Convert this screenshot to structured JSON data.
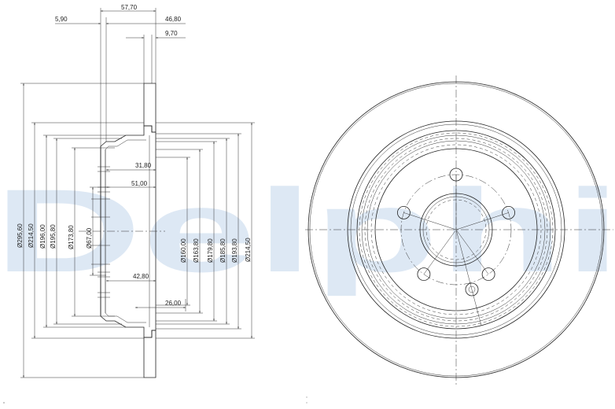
{
  "watermark": "Delphi",
  "colors": {
    "line": "#222222",
    "watermark": "#dde8f4",
    "background": "#ffffff"
  },
  "top_dimensions": {
    "d1": "5,90",
    "d2": "57,70",
    "d3": "46,80",
    "d4": "9,70"
  },
  "inner_dimensions": {
    "d1": "31,80",
    "d2": "51,00",
    "d3": "42,80",
    "d4": "26,00"
  },
  "left_diameters": [
    "Ø295,60",
    "Ø214,50",
    "Ø196,00",
    "Ø195,80",
    "Ø173,80",
    "Ø67,00"
  ],
  "right_diameters": [
    "Ø160,00",
    "Ø163,80",
    "Ø179,80",
    "Ø185,80",
    "Ø193,80",
    "Ø214,50"
  ]
}
